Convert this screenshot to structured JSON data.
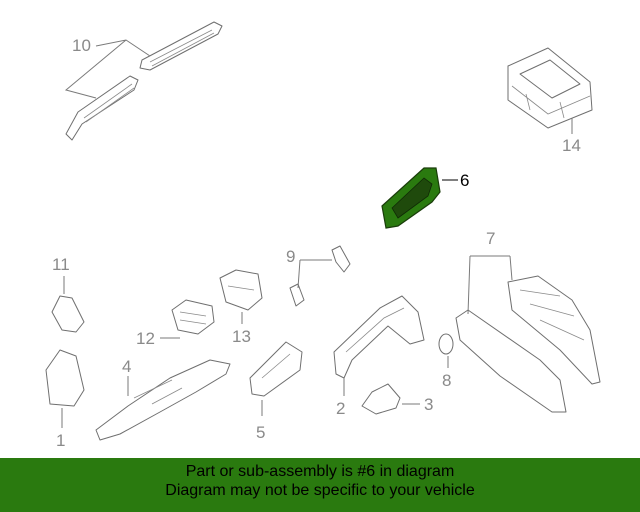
{
  "diagram": {
    "highlight_color": "#2a7a0f",
    "callouts": [
      {
        "id": "1",
        "label": "1"
      },
      {
        "id": "2",
        "label": "2"
      },
      {
        "id": "3",
        "label": "3"
      },
      {
        "id": "4",
        "label": "4"
      },
      {
        "id": "5",
        "label": "5"
      },
      {
        "id": "6",
        "label": "6"
      },
      {
        "id": "7",
        "label": "7"
      },
      {
        "id": "8",
        "label": "8"
      },
      {
        "id": "9",
        "label": "9"
      },
      {
        "id": "10",
        "label": "10"
      },
      {
        "id": "11",
        "label": "11"
      },
      {
        "id": "12",
        "label": "12"
      },
      {
        "id": "13",
        "label": "13"
      },
      {
        "id": "14",
        "label": "14"
      }
    ]
  },
  "banner": {
    "line1": "Part or sub-assembly is #6 in diagram",
    "line2": "Diagram may not be specific to your vehicle",
    "background": "#2a7a0f"
  }
}
